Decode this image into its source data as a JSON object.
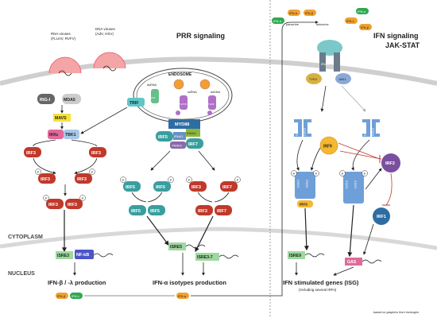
{
  "titles": {
    "prr": "PRR signaling",
    "ifn": "IFN signaling",
    "jak": "JAK-STAT"
  },
  "regions": {
    "cytoplasm": "CYTOPLASM",
    "nucleus": "NUCLEUS",
    "endosome": "ENDOSOME"
  },
  "viruses": {
    "rna": "RNA viruses",
    "rna_examples": "(FLUAV, RVFV)",
    "dna": "DNA viruses",
    "dna_examples": "(AdV, HSV)"
  },
  "endosome": {
    "dsrna": "dsRNA",
    "ssrna": "ssRNA",
    "dsdna": "dsDNA",
    "tlr3": "TLR3",
    "tlr7_8": "TLR7/8",
    "tlr9": "TLR9"
  },
  "nodes": {
    "rigi": "RIG-I",
    "mda5": "MDA5",
    "mavs": "MAVS",
    "ikke": "IKKε",
    "tbk1": "TBK1",
    "trif": "TRIF",
    "myd88": "MYD88",
    "irak1": "IRAK1",
    "irak4": "IRAK4",
    "traf6": "TRAF6",
    "irf3": "IRF3",
    "irf5": "IRF5",
    "irf7": "IRF7",
    "irf9": "IRF9",
    "irf2": "IRF2",
    "irf1": "IRF1",
    "stat1": "STAT1",
    "stat2": "STAT2",
    "tyk2": "TYK2",
    "jak1": "JAK1",
    "ifnar": "IFNAR",
    "nfkb": "NF-kB",
    "p": "P"
  },
  "promoters": {
    "isre3": "ISRE3",
    "isre5": "ISRE5",
    "isre3_7": "ISRE3-7",
    "isre9": "ISRE9",
    "gas": "GAS"
  },
  "outputs": {
    "ifn_bl": "IFN-β / -λ production",
    "ifn_a": "IFN-α isotypes production",
    "isg": "IFN stimulated genes (ISG)",
    "isg_sub": "(including several IRFs)"
  },
  "ifns": {
    "ifna": "IFN-α",
    "ifnb": "IFN-β",
    "ifnl": "IFN-λ",
    "paracrine": "paracrine",
    "autocrine": "autocrine"
  },
  "footer": "based on graphics from Invivogen",
  "colors": {
    "irf_red": "#c0392b",
    "irf_teal": "#3a9e9e",
    "myd88_blue": "#2e6da4",
    "stat_blue": "#6f9fd8",
    "irf_purple": "#7b4fa0",
    "pink": "#e06a9a",
    "yellow": "#f5e23c",
    "green_box": "#9ed8a0",
    "nfkb_blue": "#4b55c8",
    "ifn_green": "#2fa84f",
    "ifn_orange": "#f0a030"
  }
}
